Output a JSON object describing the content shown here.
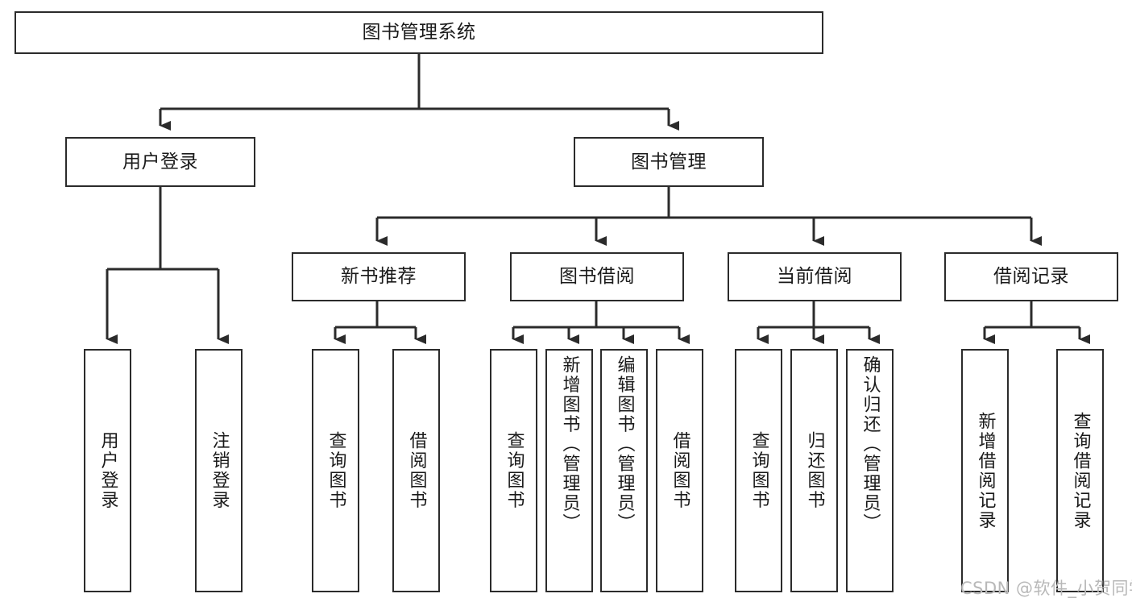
{
  "diagram": {
    "type": "tree-hierarchy-diagram",
    "title": "图书管理系统",
    "background_color": "#ffffff",
    "stroke_color": "#2b2b2b",
    "text_color": "#1a1a1a",
    "watermark": "CSDN @软件_小贺同学",
    "watermark_color": "#b8b8b8"
  },
  "nodes": {
    "root": {
      "label": "图书管理系统",
      "level": 1
    },
    "l2": [
      {
        "id": "user-login",
        "label": "用户登录",
        "level": 2
      },
      {
        "id": "book-manage",
        "label": "图书管理",
        "level": 2
      }
    ],
    "l3": [
      {
        "id": "new-book-recommend",
        "label": "新书推荐",
        "level": 3
      },
      {
        "id": "book-borrow",
        "label": "图书借阅",
        "level": 3
      },
      {
        "id": "current-borrow",
        "label": "当前借阅",
        "level": 3
      },
      {
        "id": "borrow-record",
        "label": "借阅记录",
        "level": 3
      }
    ],
    "leaves": [
      {
        "id": "leaf-user-login",
        "label": "用户登录",
        "parent": "user-login",
        "centered": true
      },
      {
        "id": "leaf-user-logout",
        "label": "注销登录",
        "parent": "user-login",
        "centered": true
      },
      {
        "id": "leaf-query-book-1",
        "label": "查询图书",
        "parent": "new-book-recommend",
        "centered": true
      },
      {
        "id": "leaf-borrow-book-1",
        "label": "借阅图书",
        "parent": "new-book-recommend",
        "centered": true
      },
      {
        "id": "leaf-query-book-2",
        "label": "查询图书",
        "parent": "book-borrow",
        "centered": true
      },
      {
        "id": "leaf-add-book",
        "label": "新增图书（管理员）",
        "parent": "book-borrow",
        "centered": false
      },
      {
        "id": "leaf-edit-book",
        "label": "编辑图书（管理员）",
        "parent": "book-borrow",
        "centered": false
      },
      {
        "id": "leaf-borrow-book-2",
        "label": "借阅图书",
        "parent": "book-borrow",
        "centered": true
      },
      {
        "id": "leaf-query-book-3",
        "label": "查询图书",
        "parent": "current-borrow",
        "centered": true
      },
      {
        "id": "leaf-return-book",
        "label": "归还图书",
        "parent": "current-borrow",
        "centered": true
      },
      {
        "id": "leaf-confirm-return",
        "label": "确认归还（管理员）",
        "parent": "current-borrow",
        "centered": false
      },
      {
        "id": "leaf-add-record",
        "label": "新增借阅记录",
        "parent": "borrow-record",
        "centered": true
      },
      {
        "id": "leaf-query-record",
        "label": "查询借阅记录",
        "parent": "borrow-record",
        "centered": true
      }
    ]
  }
}
